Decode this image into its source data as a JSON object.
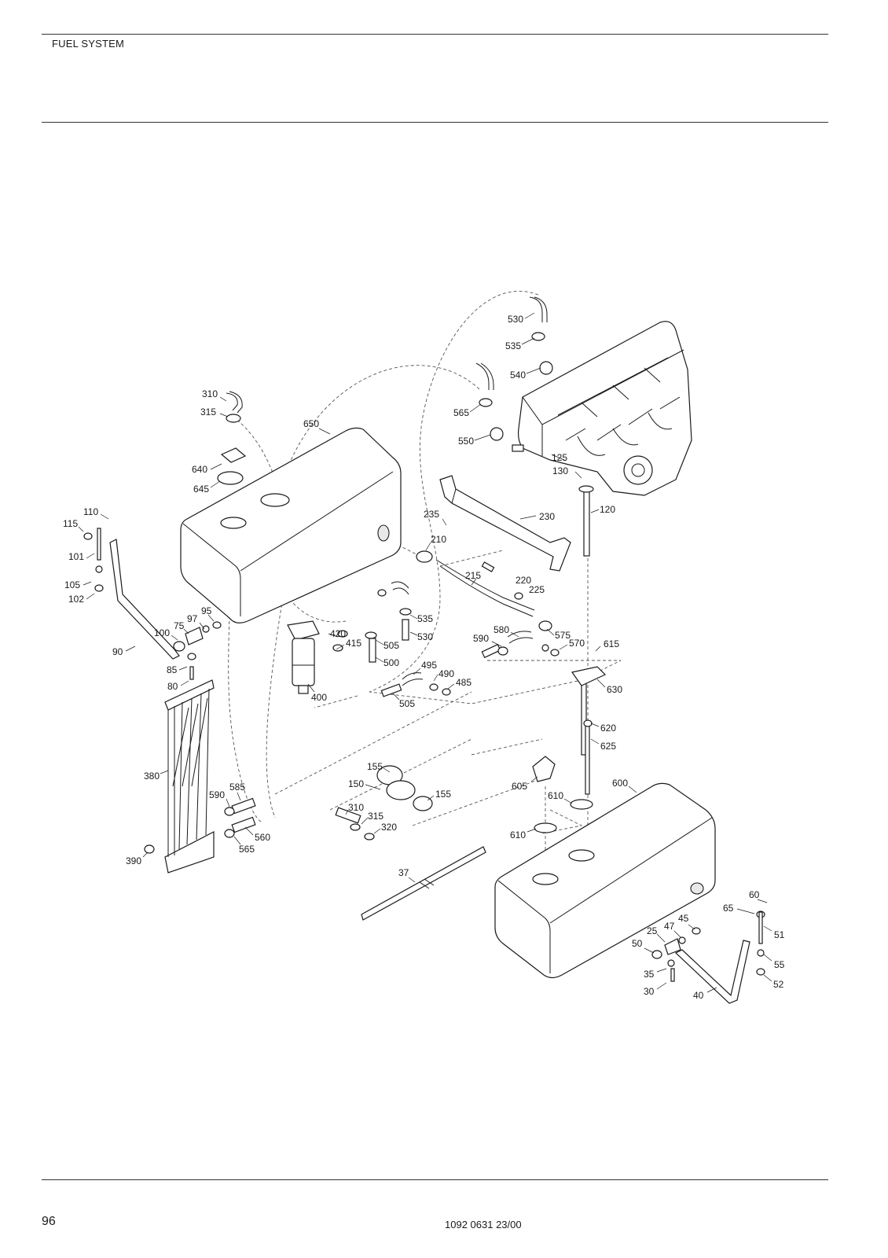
{
  "header": {
    "section_title": "FUEL SYSTEM"
  },
  "footer": {
    "page_number": "96",
    "doc_code": "1092 0631 23/00"
  },
  "callouts": [
    "530",
    "535",
    "540",
    "565",
    "550",
    "125",
    "130",
    "120",
    "230",
    "235",
    "210",
    "215",
    "220",
    "225",
    "310",
    "315",
    "650",
    "640",
    "645",
    "110",
    "115",
    "101",
    "105",
    "102",
    "95",
    "97",
    "75",
    "100",
    "90",
    "85",
    "80",
    "420",
    "415",
    "505",
    "535",
    "530",
    "500",
    "400",
    "580",
    "590",
    "575",
    "570",
    "615",
    "495",
    "490",
    "485",
    "505",
    "630",
    "620",
    "625",
    "380",
    "155",
    "150",
    "155",
    "310",
    "315",
    "320",
    "585",
    "590",
    "560",
    "565",
    "390",
    "605",
    "600",
    "610",
    "610",
    "37",
    "60",
    "65",
    "51",
    "55",
    "52",
    "45",
    "47",
    "25",
    "50",
    "35",
    "30",
    "40"
  ]
}
